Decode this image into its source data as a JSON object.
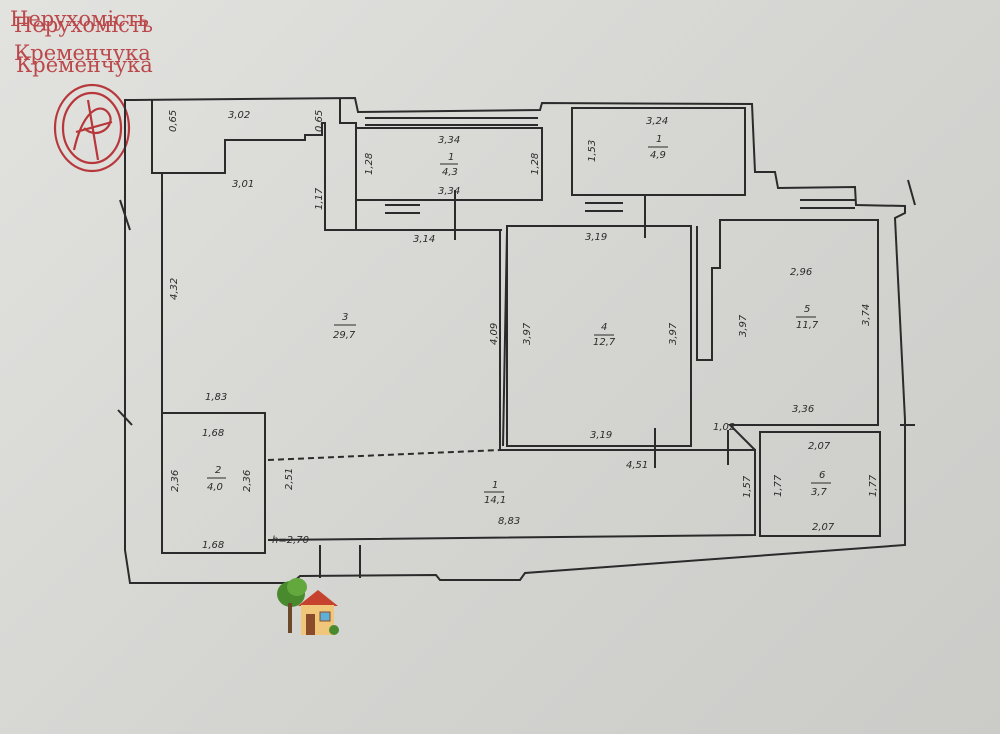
{
  "watermark": {
    "line1": "Нерухомість",
    "line2": "Кременчука"
  },
  "rooms": [
    {
      "id": "balcony-1",
      "number": "1",
      "area": "4,3"
    },
    {
      "id": "balcony-2",
      "number": "1",
      "area": "4,9"
    },
    {
      "id": "room-3",
      "number": "3",
      "area": "29,7"
    },
    {
      "id": "room-4",
      "number": "4",
      "area": "12,7"
    },
    {
      "id": "room-5",
      "number": "5",
      "area": "11,7"
    },
    {
      "id": "room-2",
      "number": "2",
      "area": "4,0"
    },
    {
      "id": "room-1",
      "number": "1",
      "area": "14,1"
    },
    {
      "id": "room-6",
      "number": "6",
      "area": "3,7"
    }
  ],
  "dimensions": [
    "3,02",
    "0,65",
    "0,65",
    "3,01",
    "1,17",
    "4,32",
    "4,09",
    "1,83",
    "3,34",
    "1,28",
    "1,28",
    "3,34",
    "3,14",
    "3,24",
    "1,53",
    "3,19",
    "3,97",
    "3,97",
    "3,19",
    "2,96",
    "3,97",
    "3,74",
    "3,36",
    "1,02",
    "1,68",
    "2,36",
    "2,36",
    "2,51",
    "1,68",
    "4,51",
    "1,57",
    "8,83",
    "h=2,70",
    "2,07",
    "1,77",
    "1,77",
    "2,07"
  ],
  "colors": {
    "wall": "#2b2b2b",
    "watermark": "#b7383b"
  },
  "icons": [
    "house-with-tree-icon",
    "watermark-seal-icon"
  ]
}
